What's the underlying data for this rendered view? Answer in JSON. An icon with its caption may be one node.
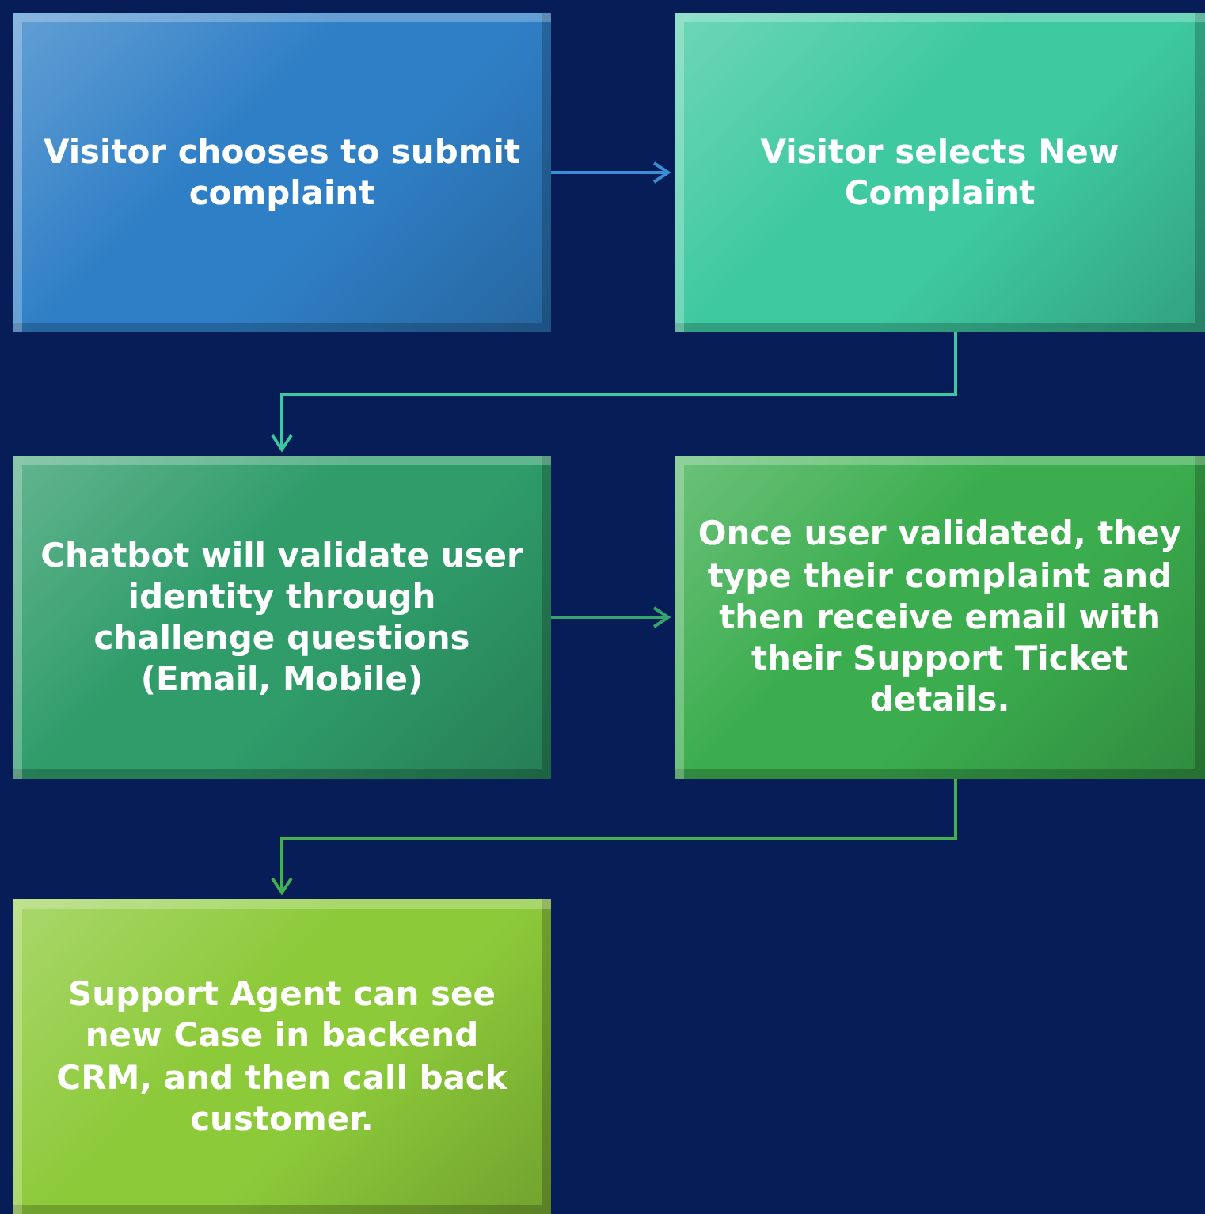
{
  "diagram": {
    "nodes": [
      {
        "text": [
          "Visitor chooses to submit complaint"
        ]
      },
      {
        "text": [
          "Visitor selects New Complaint"
        ]
      },
      {
        "text": [
          "Chatbot will validate user identity through challenge questions (Email, Mobile)"
        ]
      },
      {
        "text": [
          "Once user validated, they type their complaint and then receive email with their Support Ticket details."
        ]
      },
      {
        "text": [
          "Support Agent can see new Case in backend CRM, and then call back customer."
        ]
      }
    ],
    "edges": [
      {
        "from": 0,
        "to": 1,
        "arrow": "to",
        "color": "#3a8ed6"
      },
      {
        "from": 1,
        "to": 2,
        "arrow": "to",
        "color": "#3cc8a0"
      },
      {
        "from": 2,
        "to": 3,
        "arrow": "to",
        "color": "#35a56e"
      },
      {
        "from": 3,
        "to": 4,
        "arrow": "to",
        "color": "#45b050"
      }
    ]
  }
}
